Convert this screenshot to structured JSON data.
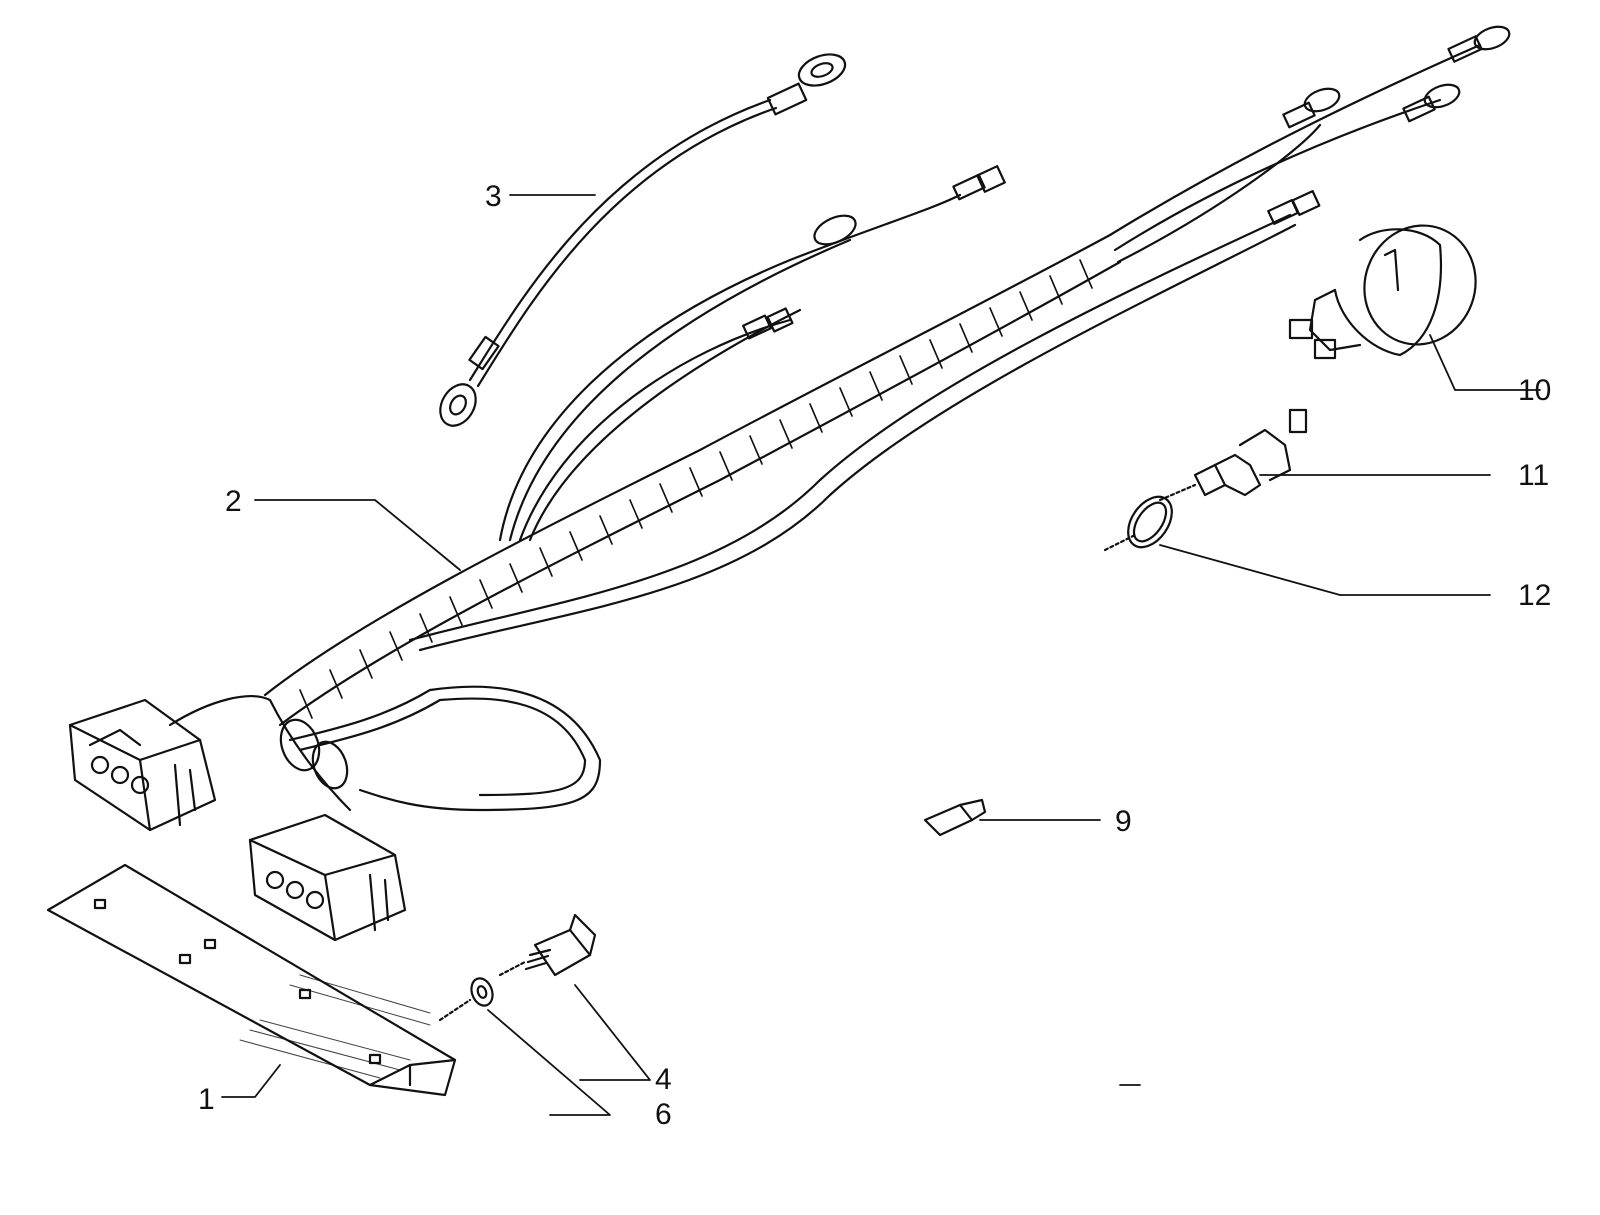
{
  "diagram": {
    "ink_color": "#111111",
    "fill_color": "#ffffff",
    "parts": [
      {
        "id": "1",
        "label": "1",
        "name": "bracket"
      },
      {
        "id": "2",
        "label": "2",
        "name": "wiring-harness"
      },
      {
        "id": "3",
        "label": "3",
        "name": "ground-cable"
      },
      {
        "id": "4",
        "label": "4",
        "name": "screw"
      },
      {
        "id": "6",
        "label": "6",
        "name": "washer"
      },
      {
        "id": "9",
        "label": "9",
        "name": "terminal"
      },
      {
        "id": "10",
        "label": "10",
        "name": "starter-switch"
      },
      {
        "id": "11",
        "label": "11",
        "name": "sensor"
      },
      {
        "id": "12",
        "label": "12",
        "name": "sealing-ring"
      }
    ]
  }
}
